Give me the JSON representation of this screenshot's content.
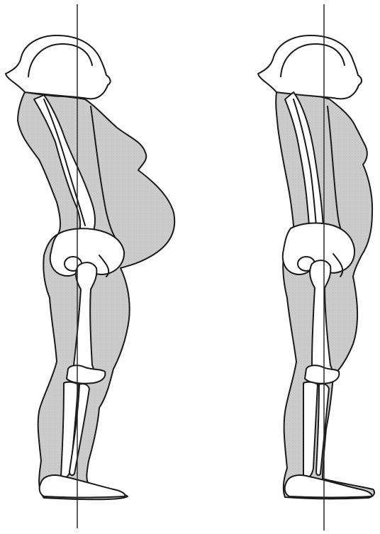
{
  "figure": {
    "colors": {
      "background": "#ffffff",
      "outline": "#1a1a1a",
      "tissue_fill": "#c9c9c9",
      "bone_fill": "#ffffff",
      "plumb_line": "#2a2a2a"
    },
    "panels": [
      {
        "id": "left",
        "subject": "pregnant-posture-figure"
      },
      {
        "id": "right",
        "subject": "corrected-posture-figure"
      }
    ]
  }
}
